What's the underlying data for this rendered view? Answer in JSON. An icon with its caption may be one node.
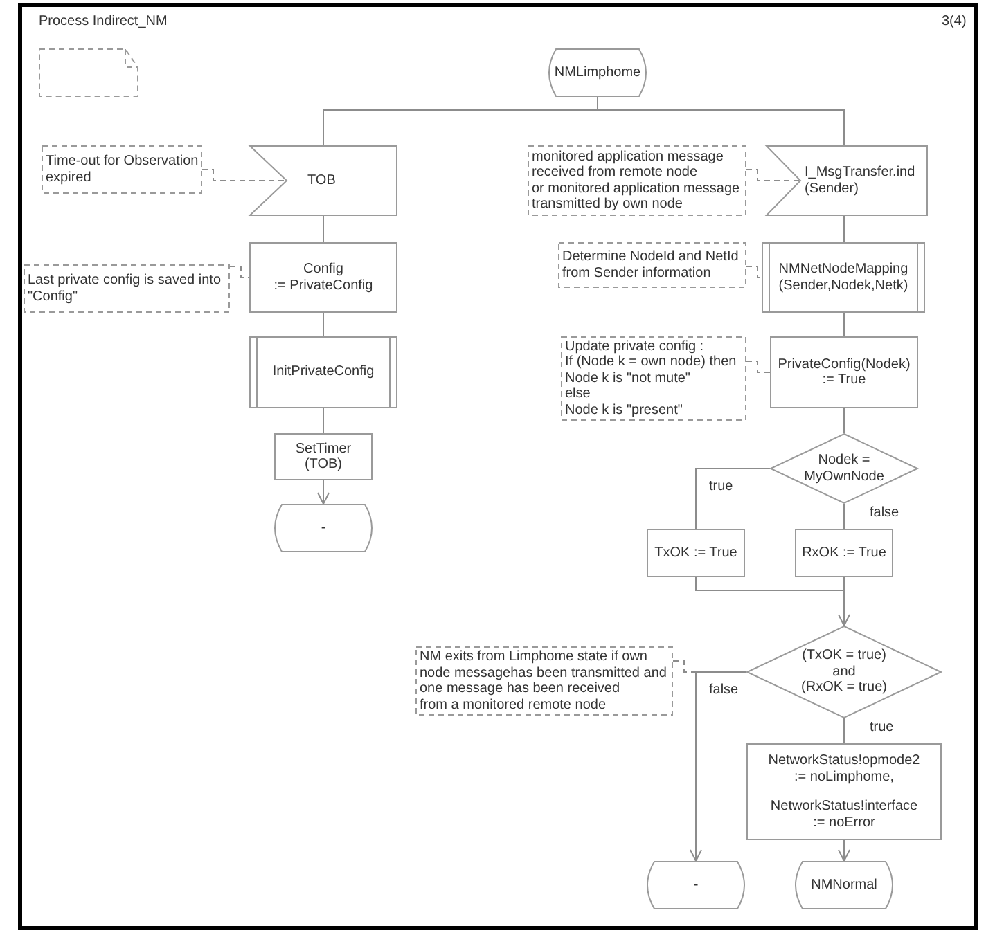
{
  "diagram": {
    "title": "Process Indirect_NM",
    "nodes": [
      {
        "text": [],
        "shape": "note"
      },
      {
        "text": [
          "NMLimphome"
        ]
      },
      {
        "text": [
          "Time-out for Observation expired"
        ]
      },
      {
        "text": [
          "TOB"
        ]
      },
      {
        "text": [
          "Last private config is saved into \"Config\""
        ]
      },
      {
        "text": [
          "Config := PrivateConfig"
        ]
      },
      {
        "text": [
          "InitPrivateConfig"
        ]
      },
      {
        "text": [
          "SetTimer (TOB)"
        ]
      },
      {
        "text": [
          "-"
        ]
      },
      {
        "text": [
          "monitored application message received from remote node or monitored application message transmitted by own node"
        ]
      },
      {
        "text": [
          "I_MsgTransfer.ind (Sender)"
        ]
      },
      {
        "text": [
          "Determine NodeId and NetId from Sender information"
        ]
      },
      {
        "text": [
          "NMNetNodeMapping (Sender,Nodek,Netk)"
        ]
      },
      {
        "text": [
          "Update private config : If (Node k = own node) then Node k is \"not mute\" else Node k is \"present\""
        ]
      },
      {
        "text": [
          "PrivateConfig(Nodek) := True"
        ]
      },
      {
        "text": [
          "Nodek = MyOwnNode"
        ]
      },
      {
        "text": [
          "TxOK := True"
        ]
      },
      {
        "text": [
          "RxOK := True"
        ]
      },
      {
        "text": [
          "NM exits from Limphome state if own node messagehas been transmitted and one message has been received from a monitored remote node"
        ]
      },
      {
        "text": [
          "(TxOK = true) and (RxOK = true)"
        ]
      },
      {
        "text": [
          "NetworkStatus!opmode2 := noLimphome,",
          "NetworkStatus!interface := noError"
        ]
      },
      {
        "text": [
          "-"
        ]
      },
      {
        "text": [
          "NMNormal"
        ]
      }
    ],
    "edges": [
      {
        "from": 1,
        "to": 3,
        "arrow": "none"
      },
      {
        "from": 1,
        "to": 10,
        "arrow": "none"
      },
      {
        "from": 2,
        "to": 3,
        "arrow": "none",
        "style": "dashed"
      },
      {
        "from": 3,
        "to": 5,
        "arrow": "none"
      },
      {
        "from": 4,
        "to": 5,
        "arrow": "none",
        "style": "dashed"
      },
      {
        "from": 5,
        "to": 6,
        "arrow": "none"
      },
      {
        "from": 6,
        "to": 7,
        "arrow": "none"
      },
      {
        "from": 7,
        "to": 8,
        "arrow": "to"
      },
      {
        "from": 9,
        "to": 10,
        "arrow": "none",
        "style": "dashed"
      },
      {
        "from": 10,
        "to": 12,
        "arrow": "none"
      },
      {
        "from": 11,
        "to": 12,
        "arrow": "none",
        "style": "dashed"
      },
      {
        "from": 12,
        "to": 14,
        "arrow": "none"
      },
      {
        "from": 13,
        "to": 14,
        "arrow": "none",
        "style": "dashed"
      },
      {
        "from": 14,
        "to": 15,
        "arrow": "none"
      },
      {
        "from": 15,
        "to": 16,
        "arrow": "none",
        "label": "true"
      },
      {
        "from": 15,
        "to": 17,
        "arrow": "none",
        "label": "false"
      },
      {
        "from": 16,
        "to": 19,
        "arrow": "to"
      },
      {
        "from": 17,
        "to": 19,
        "arrow": "none"
      },
      {
        "from": 18,
        "to": 19,
        "arrow": "none",
        "style": "dashed"
      },
      {
        "from": 19,
        "to": 21,
        "arrow": "to",
        "label": "false"
      },
      {
        "from": 19,
        "to": 20,
        "arrow": "none",
        "label": "true"
      },
      {
        "from": 20,
        "to": 22,
        "arrow": "to"
      }
    ],
    "labels": [
      "3(4)"
    ]
  }
}
